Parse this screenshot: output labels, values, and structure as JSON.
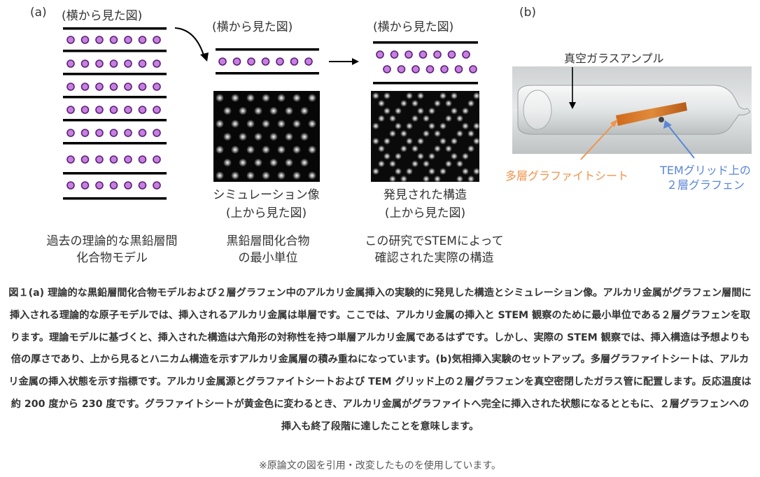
{
  "panel_a": {
    "label": "(a)",
    "col1": {
      "side_view": "(横から見た図)",
      "desc": [
        "過去の理論的な黒鉛層間",
        "化合物モデル"
      ]
    },
    "col2": {
      "side_view": "(横から見た図)",
      "sim_label": [
        "シミュレーション像",
        "(上から見た図)"
      ],
      "desc": [
        "黒鉛層間化合物",
        "の最小単位"
      ]
    },
    "col3": {
      "side_view": "(横から見た図)",
      "found_label": [
        "発見された構造",
        "(上から見た図)"
      ],
      "desc": [
        "この研究でSTEMによって",
        "確認された実際の構造"
      ]
    },
    "colors": {
      "atom_fill": "#c77fe0",
      "atom_stroke": "#5a1f78",
      "layer": "#000000"
    }
  },
  "panel_b": {
    "label": "(b)",
    "ampoule_label": "真空ガラスアンプル",
    "graphite_label": "多層グラファイトシート",
    "tem_label": [
      "TEMグリッド上の",
      "２層グラフェン"
    ],
    "colors": {
      "graphite": "#f0934a",
      "tem": "#5a86d6",
      "sheet": "#c06a2a"
    }
  },
  "caption": "図１(a) 理論的な黒鉛層間化合物モデルおよび２層グラフェン中のアルカリ金属挿入の実験的に発見した構造とシミュレーション像。アルカリ金属がグラフェン層間に挿入される理論的な原子モデルでは、挿入されるアルカリ金属は単層です。ここでは、アルカリ金属の挿入と STEM 観察のために最小単位である２層グラフェンを取ります。理論モデルに基づくと、挿入された構造は六角形の対称性を持つ単層アルカリ金属であるはずです。しかし、実際の STEM 観察では、挿入構造は予想よりも倍の厚さであり、上から見るとハニカム構造を示すアルカリ金属層の積み重ねになっています。(b)気相挿入実験のセットアップ。多層グラファイトシートは、アルカリ金属の挿入状態を示す指標です。アルカリ金属源とグラファイトシートおよび TEM グリッド上の２層グラフェンを真空密閉したガラス管に配置します。反応温度は約 200 度から 230 度です。グラファイトシートが黄金色に変わるとき、アルカリ金属がグラファイトへ完全に挿入された状態になるとともに、２層グラフェンへの挿入も終了段階に達したことを意味します。",
  "note": "※原論文の図を引用・改変したものを使用しています。"
}
